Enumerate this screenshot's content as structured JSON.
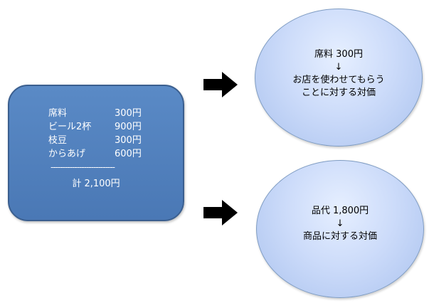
{
  "receipt": {
    "items": [
      {
        "name": "席料",
        "price": "300円"
      },
      {
        "name": "ビール2杯",
        "price": "900円"
      },
      {
        "name": "枝豆",
        "price": "300円"
      },
      {
        "name": "からあげ",
        "price": "600円"
      }
    ],
    "divider": "---------------------------",
    "total": "計 2,100円",
    "color": "#4f7fbf"
  },
  "top_circle": {
    "line1": "席料 300円",
    "arrow": "↓",
    "line2": "お店を使わせてもらう",
    "line3": "ことに対する対価"
  },
  "bottom_circle": {
    "line1": "品代 1,800円",
    "arrow": "↓",
    "line2": "商品に対する対価"
  },
  "colors": {
    "receipt_fill": "#4f7fbf",
    "circle_fill": "#c6d7f7",
    "arrow_fill": "#000000"
  },
  "icons": [
    "right-arrow-icon",
    "down-arrow-icon"
  ]
}
